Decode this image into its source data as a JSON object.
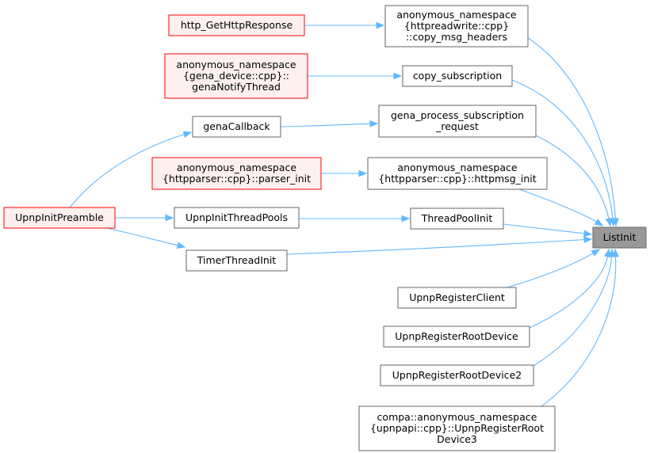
{
  "graph": {
    "nodes": {
      "listinit": {
        "lines": [
          "ListInit"
        ],
        "style": "root"
      },
      "http_getresp": {
        "lines": [
          "http_GetHttpResponse"
        ],
        "style": "red"
      },
      "copy_msg_headers": {
        "lines": [
          "anonymous_namespace",
          "{httpreadwrite::cpp}",
          "::copy_msg_headers"
        ],
        "style": "normal"
      },
      "gena_notify": {
        "lines": [
          "anonymous_namespace",
          "{gena_device::cpp}::",
          "genaNotifyThread"
        ],
        "style": "red"
      },
      "copy_subscription": {
        "lines": [
          "copy_subscription"
        ],
        "style": "normal"
      },
      "genacallback": {
        "lines": [
          "genaCallback"
        ],
        "style": "normal"
      },
      "gena_process": {
        "lines": [
          "gena_process_subscription",
          "_request"
        ],
        "style": "normal"
      },
      "parser_init": {
        "lines": [
          "anonymous_namespace",
          "{httpparser::cpp}::parser_init"
        ],
        "style": "red"
      },
      "httpmsg_init": {
        "lines": [
          "anonymous_namespace",
          "{httpparser::cpp}::httpmsg_init"
        ],
        "style": "normal"
      },
      "upnpinitpreamble": {
        "lines": [
          "UpnpInitPreamble"
        ],
        "style": "red"
      },
      "upnpinitthreadpools": {
        "lines": [
          "UpnpInitThreadPools"
        ],
        "style": "normal"
      },
      "threadpoolinit": {
        "lines": [
          "ThreadPoolInit"
        ],
        "style": "normal"
      },
      "timerthreadinit": {
        "lines": [
          "TimerThreadInit"
        ],
        "style": "normal"
      },
      "upnpregisterclient": {
        "lines": [
          "UpnpRegisterClient"
        ],
        "style": "normal"
      },
      "upnpregisterrootdevice": {
        "lines": [
          "UpnpRegisterRootDevice"
        ],
        "style": "normal"
      },
      "upnpregisterrootdevice2": {
        "lines": [
          "UpnpRegisterRootDevice2"
        ],
        "style": "normal"
      },
      "upnpregisterrootdevice3": {
        "lines": [
          "compa::anonymous_namespace",
          "{upnpapi::cpp}::UpnpRegisterRoot",
          "Device3"
        ],
        "style": "normal"
      }
    },
    "edges": [
      {
        "from": "http_getresp",
        "to": "copy_msg_headers"
      },
      {
        "from": "gena_notify",
        "to": "copy_subscription"
      },
      {
        "from": "genacallback",
        "to": "gena_process"
      },
      {
        "from": "upnpinitpreamble",
        "to": "genacallback"
      },
      {
        "from": "parser_init",
        "to": "httpmsg_init"
      },
      {
        "from": "upnpinitpreamble",
        "to": "upnpinitthreadpools"
      },
      {
        "from": "upnpinitthreadpools",
        "to": "threadpoolinit"
      },
      {
        "from": "upnpinitpreamble",
        "to": "timerthreadinit"
      },
      {
        "from": "copy_msg_headers",
        "to": "listinit"
      },
      {
        "from": "copy_subscription",
        "to": "listinit"
      },
      {
        "from": "gena_process",
        "to": "listinit"
      },
      {
        "from": "httpmsg_init",
        "to": "listinit"
      },
      {
        "from": "threadpoolinit",
        "to": "listinit"
      },
      {
        "from": "timerthreadinit",
        "to": "listinit"
      },
      {
        "from": "upnpregisterclient",
        "to": "listinit"
      },
      {
        "from": "upnpregisterrootdevice",
        "to": "listinit"
      },
      {
        "from": "upnpregisterrootdevice2",
        "to": "listinit"
      },
      {
        "from": "upnpregisterrootdevice3",
        "to": "listinit"
      }
    ]
  },
  "colors": {
    "edge": "#63b8ff",
    "normal_border": "#666666",
    "red_border": "#ff0000",
    "red_fill": "#fff0f0",
    "root_fill": "#999999"
  }
}
